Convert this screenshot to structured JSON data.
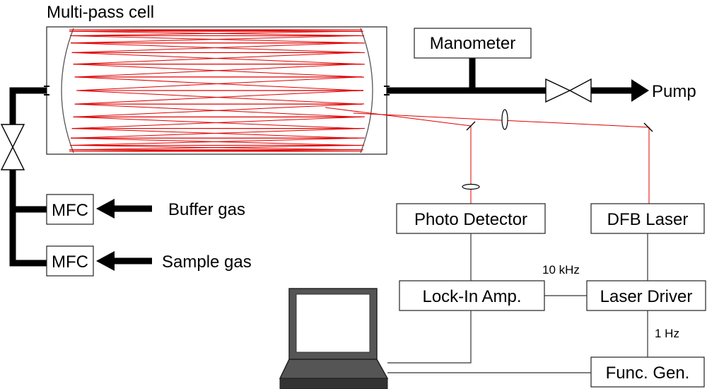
{
  "labels": {
    "multipass_cell": "Multi-pass cell",
    "manometer": "Manometer",
    "pump": "Pump",
    "mfc_buffer": "MFC",
    "mfc_sample": "MFC",
    "buffer_gas": "Buffer gas",
    "sample_gas": "Sample gas",
    "photo_detector": "Photo Detector",
    "dfb_laser": "DFB Laser",
    "lock_in_amp": "Lock-In Amp.",
    "laser_driver": "Laser Driver",
    "func_gen": "Func. Gen.",
    "modulation_freq": "10 kHz",
    "sweep_freq": "1 Hz"
  },
  "colors": {
    "laser_beam": "#e00000",
    "gas_line": "#000000",
    "computer_body": "#444444"
  }
}
